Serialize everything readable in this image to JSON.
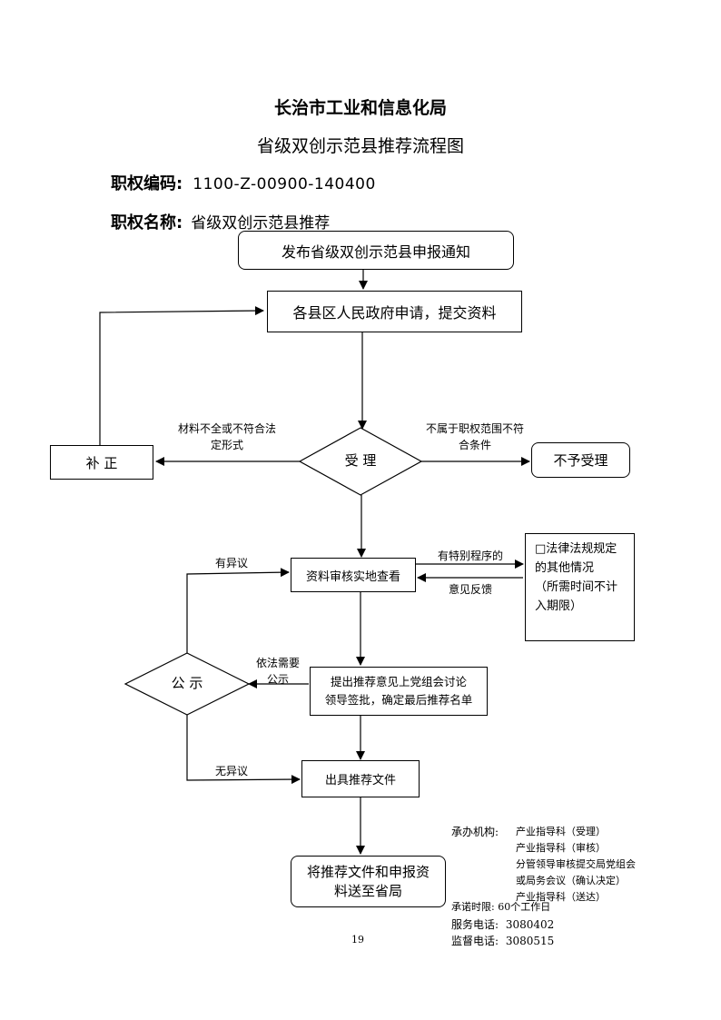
{
  "header": {
    "title1": "长治市工业和信息化局",
    "title2": "省级双创示范县推荐流程图",
    "code_label": "职权编码:",
    "code_value": "1100-Z-00900-140400",
    "name_label": "职权名称:",
    "name_value": "省级双创示范县推荐"
  },
  "nodes": {
    "notice": "发布省级双创示范县申报通知",
    "apply": "各县区人民政府申请，提交资料",
    "accept": "受  理",
    "correct": "补  正",
    "reject": "不予受理",
    "review": "资料审核实地查看",
    "special_line1": "□法律法规规定",
    "special_line2": "的其他情况",
    "special_line3": "（所需时间不计",
    "special_line4": "入期限）",
    "publicity": "公  示",
    "propose_line1": "提出推荐意见上党组会讨论",
    "propose_line2": "领导签批，确定最后推荐名单",
    "issue": "出具推荐文件",
    "send_line1": "将推荐文件和申报资",
    "send_line2": "料送至省局"
  },
  "edge_labels": {
    "incomplete_line1": "材料不全或不符合法",
    "incomplete_line2": "定形式",
    "not_scope_line1": "不属于职权范围不符",
    "not_scope_line2": "合条件",
    "objection": "有异议",
    "special_procedure": "有特别程序的",
    "feedback": "意见反馈",
    "legal_need_line1": "依法需要",
    "legal_need_line2": "公示",
    "no_objection": "无异议"
  },
  "footer": {
    "org_label": "承办机构:",
    "org_items": [
      "产业指导科（受理）",
      "产业指导科（审核）",
      "分管领导审核提交局党组会",
      "或局务会议（确认决定）",
      "产业指导科（送达）"
    ],
    "promise_time": "承诺时限: 60个工作日",
    "service_phone_label": "服务电话:",
    "service_phone": "3080402",
    "supervise_phone_label": "监督电话:",
    "supervise_phone": "3080515",
    "page_number": "19"
  }
}
